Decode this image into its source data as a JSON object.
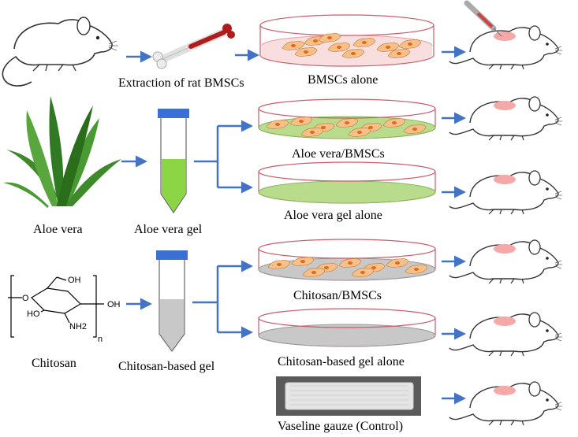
{
  "labels": {
    "extraction": "Extraction of rat BMSCs",
    "bmscs_alone": "BMSCs alone",
    "aloe_vera": "Aloe vera",
    "aloe_vera_gel": "Aloe vera gel",
    "aloe_bmscs": "Aloe vera/BMSCs",
    "aloe_gel_alone": "Aloe vera gel alone",
    "chitosan": "Chitosan",
    "chitosan_gel": "Chitosan-based gel",
    "chitosan_bmscs": "Chitosan/BMSCs",
    "chitosan_gel_alone": "Chitosan-based gel alone",
    "vaseline": "Vaseline gauze (Control)"
  },
  "chem": {
    "oh_top": "OH",
    "ho_left": "HO",
    "oh_right": "OH",
    "nh2": "NH2",
    "n": "n",
    "o_left": "O"
  },
  "colors": {
    "arrow": "#4472c4",
    "dish_rim": "#d05a6a",
    "dish_fill_pink": "#f8dede",
    "aloe_gel": "#8cd645",
    "aloe_layer": "#b8dc8c",
    "chitosan_layer": "#c8c8c8",
    "cell": "#f5c08a",
    "nucleus": "#e06a1a",
    "wound": "#f4a8a8",
    "tube_cap": "#3b6fd1"
  }
}
